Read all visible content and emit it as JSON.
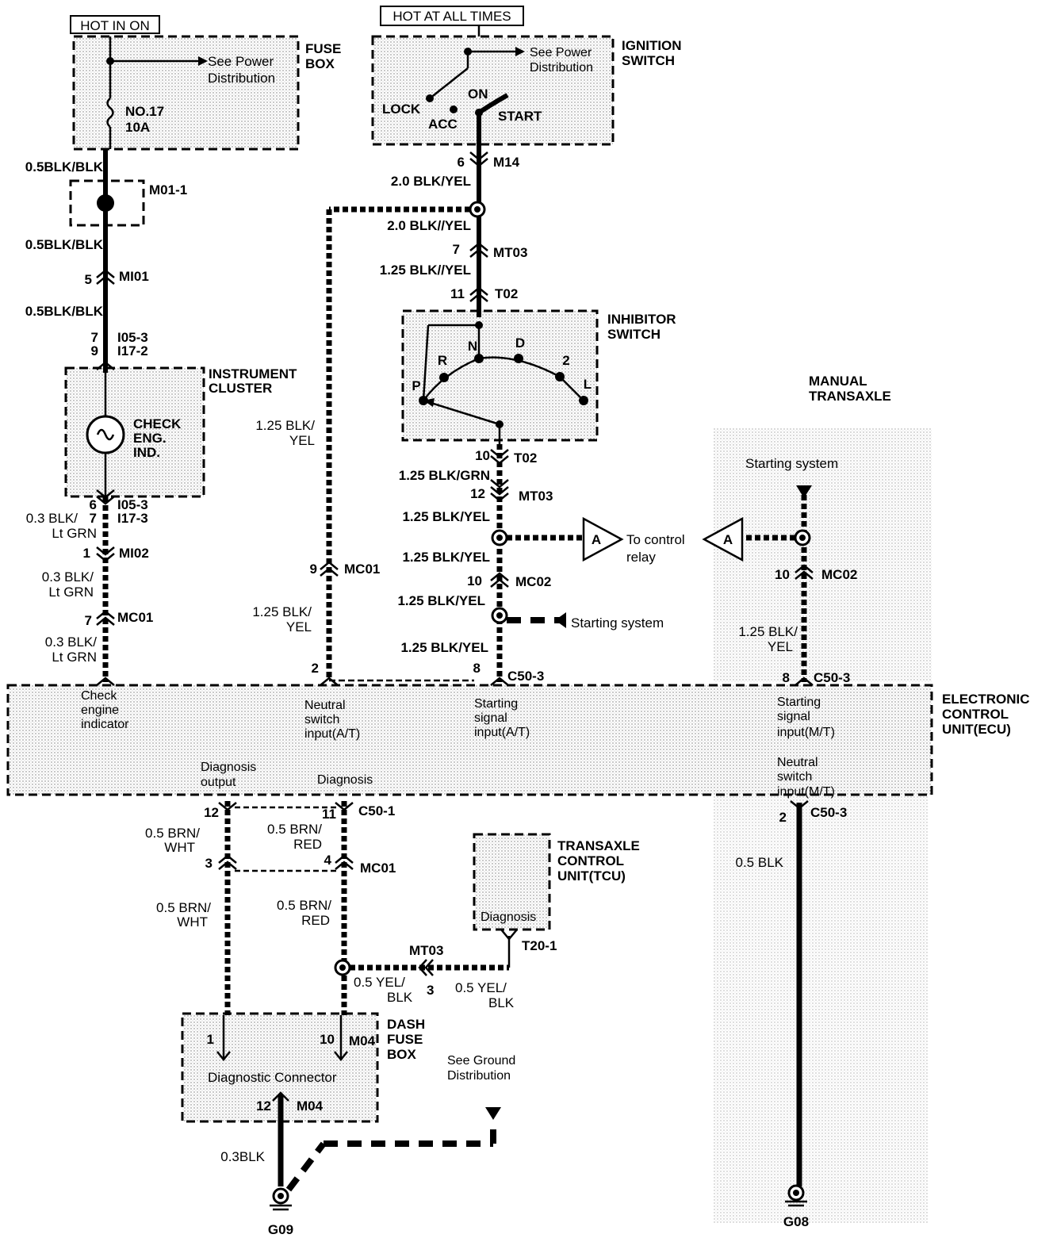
{
  "headers": {
    "hot_in_on": "HOT IN ON",
    "hot_at_all_times": "HOT AT ALL TIMES"
  },
  "fuse_box": {
    "title1": "FUSE",
    "title2": "BOX",
    "see_power1": "See Power",
    "see_power2": "Distribution",
    "fuse_no": "NO.17",
    "fuse_amp": "10A"
  },
  "ignition_switch": {
    "title1": "IGNITION",
    "title2": "SWITCH",
    "see_power1": "See Power",
    "see_power2": "Distribution",
    "lock": "LOCK",
    "acc": "ACC",
    "on": "ON",
    "start": "START"
  },
  "left_branch": {
    "w1": "0.5BLK/BLK",
    "m011": "M01-1",
    "w2": "0.5BLK/BLK",
    "pin5": "5",
    "mi01": "MI01",
    "w3": "0.5BLK/BLK",
    "pin7": "7",
    "pin9": "9",
    "i053": "I05-3",
    "i172": "I17-2",
    "cluster1": "INSTRUMENT",
    "cluster2": "CLUSTER",
    "check1": "CHECK",
    "check2": "ENG.",
    "check3": "IND.",
    "pin6": "6",
    "pin7b": "7",
    "i053b": "I05-3",
    "i173": "I17-3",
    "w4a": "0.3 BLK/",
    "w4b": "Lt GRN",
    "pin1": "1",
    "mi02": "MI02",
    "w5a": "0.3 BLK/",
    "w5b": "Lt GRN",
    "pin7c": "7",
    "mc01": "MC01",
    "w6a": "0.3 BLK/",
    "w6b": "Lt GRN"
  },
  "center_branch": {
    "pin6": "6",
    "m14": "M14",
    "w1": "2.0 BLK/YEL",
    "w2": "2.0 BLK//YEL",
    "pin7": "7",
    "mt03": "MT03",
    "w3": "1.25 BLK//YEL",
    "pin11": "11",
    "t02": "T02",
    "inhibitor1": "INHIBITOR",
    "inhibitor2": "SWITCH",
    "pos_n": "N",
    "pos_d": "D",
    "pos_r": "R",
    "pos_2": "2",
    "pos_p": "P",
    "pos_l": "L",
    "pin10": "10",
    "t02b": "T02",
    "w4": "1.25 BLK/GRN",
    "pin12": "12",
    "mt03b": "MT03",
    "w5": "1.25 BLK/YEL",
    "w6": "1.25 BLK/YEL",
    "pin10b": "10",
    "mc02": "MC02",
    "w7": "1.25 BLK/YEL",
    "w8": "1.25 BLK/YEL",
    "pin8": "8",
    "c503": "C50-3",
    "starting_system": "Starting system",
    "to_control1": "To control",
    "to_control2": "relay",
    "conn_a": "A"
  },
  "loop_branch": {
    "w1a": "1.25 BLK/",
    "w1b": "YEL",
    "pin9": "9",
    "mc01": "MC01",
    "w2a": "1.25 BLK/",
    "w2b": "YEL",
    "pin2": "2"
  },
  "manual": {
    "title1": "MANUAL",
    "title2": "TRANSAXLE",
    "starting_system": "Starting system",
    "conn_a": "A",
    "pin10": "10",
    "mc02": "MC02",
    "w1a": "1.25 BLK/",
    "w1b": "YEL",
    "pin8": "8",
    "c503": "C50-3",
    "pin2": "2",
    "c503b": "C50-3",
    "w2": "0.5 BLK",
    "g08": "G08"
  },
  "ecu": {
    "title1": "ELECTRONIC",
    "title2": "CONTROL",
    "title3": "UNIT(ECU)",
    "check1": "Check",
    "check2": "engine",
    "check3": "indicator",
    "neutral1": "Neutral",
    "neutral2": "switch",
    "neutral3": "input(A/T)",
    "start1": "Starting",
    "start2": "signal",
    "start3": "input(A/T)",
    "startm1": "Starting",
    "startm2": "signal",
    "startm3": "input(M/T)",
    "neutralm1": "Neutral",
    "neutralm2": "switch",
    "neutralm3": "input(M/T)",
    "diagout1": "Diagnosis",
    "diagout2": "output",
    "diag": "Diagnosis"
  },
  "diag_branch": {
    "pin12": "12",
    "pin11": "11",
    "c501": "C50-1",
    "w1a": "0.5 BRN/",
    "w1b": "WHT",
    "w2a": "0.5 BRN/",
    "w2b": "RED",
    "pin3": "3",
    "pin4": "4",
    "mc01": "MC01",
    "w3a": "0.5 BRN/",
    "w3b": "WHT",
    "w4a": "0.5 BRN/",
    "w4b": "RED",
    "mt03": "MT03",
    "w5a": "0.5 YEL/",
    "w5b": "BLK",
    "pin3b": "3",
    "w6a": "0.5 YEL/",
    "w6b": "BLK",
    "t201": "T20-1",
    "tcu1": "TRANSAXLE",
    "tcu2": "CONTROL",
    "tcu3": "UNIT(TCU)",
    "tcu_diag": "Diagnosis",
    "dash1": "DASH",
    "dash2": "FUSE",
    "dash3": "BOX",
    "pin1": "1",
    "pin10": "10",
    "m04": "M04",
    "diag_conn": "Diagnostic Connector",
    "pin12b": "12",
    "m04b": "M04",
    "see_ground1": "See Ground",
    "see_ground2": "Distribution",
    "w7": "0.3BLK",
    "g09": "G09"
  }
}
